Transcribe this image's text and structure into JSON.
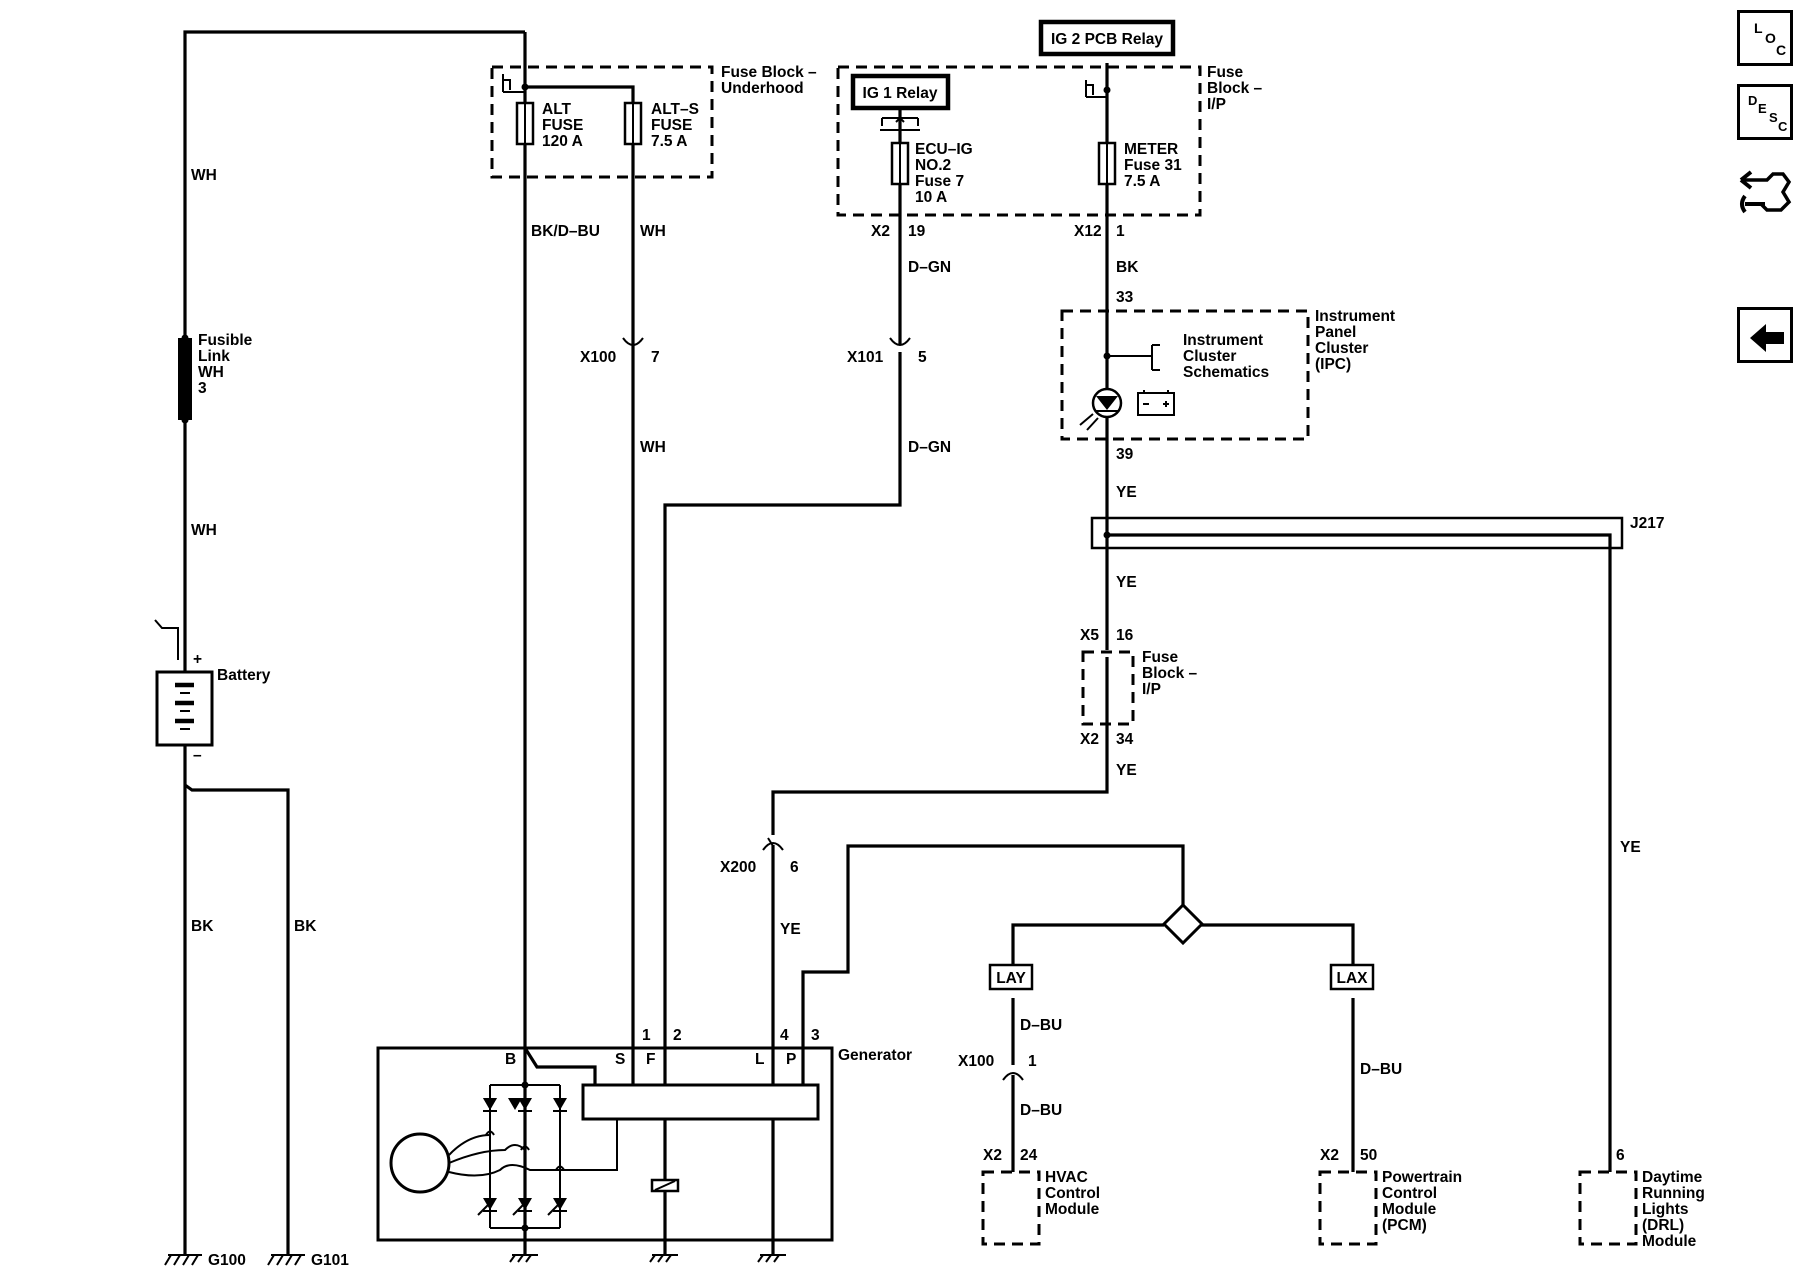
{
  "relays": {
    "ig2": "IG 2 PCB Relay",
    "ig1": "IG 1 Relay"
  },
  "fuse_block_underhood": {
    "title_1": "Fuse Block –",
    "title_2": "Underhood",
    "alt_fuse": [
      "ALT",
      "FUSE",
      "120 A"
    ],
    "alts_fuse": [
      "ALT–S",
      "FUSE",
      "7.5 A"
    ]
  },
  "fuse_block_ip": {
    "title_1": "Fuse",
    "title_2": "Block –",
    "title_3": "I/P",
    "ecu_fuse": [
      "ECU–IG",
      "NO.2",
      "Fuse 7",
      "10 A"
    ],
    "meter_fuse": [
      "METER",
      "Fuse 31",
      "7.5 A"
    ]
  },
  "fuse_block_ip_lower": [
    "Fuse",
    "Block –",
    "I/P"
  ],
  "ipc": {
    "title": [
      "Instrument",
      "Panel",
      "Cluster",
      "(IPC)"
    ],
    "ref": [
      "Instrument",
      "Cluster",
      "Schematics"
    ]
  },
  "wires": {
    "wh": "WH",
    "bk_dbu": "BK/D–BU",
    "dgn": "D–GN",
    "bk": "BK",
    "ye": "YE",
    "dbu": "D–BU"
  },
  "fusible_link": [
    "Fusible",
    "Link",
    "WH",
    "3"
  ],
  "battery": {
    "label": "Battery",
    "plus": "+",
    "minus": "–"
  },
  "connectors": {
    "x2": "X2",
    "x12": "X12",
    "x100": "X100",
    "x101": "X101",
    "x5": "X5",
    "x200": "X200",
    "j217": "J217",
    "lay": "LAY",
    "lax": "LAX"
  },
  "pins": {
    "p19": "19",
    "p1": "1",
    "p33": "33",
    "p39": "39",
    "p7": "7",
    "p5": "5",
    "p16": "16",
    "p34": "34",
    "p6": "6",
    "p2": "2",
    "p4": "4",
    "p3": "3",
    "p24": "24",
    "p50": "50"
  },
  "generator": {
    "label": "Generator",
    "terminals": [
      "B",
      "S",
      "F",
      "L",
      "P"
    ]
  },
  "grounds": {
    "g100": "G100",
    "g101": "G101"
  },
  "modules": {
    "hvac": [
      "HVAC",
      "Control",
      "Module"
    ],
    "pcm": [
      "Powertrain",
      "Control",
      "Module",
      "(PCM)"
    ],
    "drl": [
      "Daytime",
      "Running",
      "Lights",
      "(DRL)",
      "Module"
    ]
  },
  "nav": {
    "loc": [
      "L",
      "O",
      "C"
    ],
    "desc": [
      "D",
      "E",
      "S",
      "C"
    ],
    "icons": [
      "connector-view-icon",
      "back-arrow-icon"
    ]
  }
}
